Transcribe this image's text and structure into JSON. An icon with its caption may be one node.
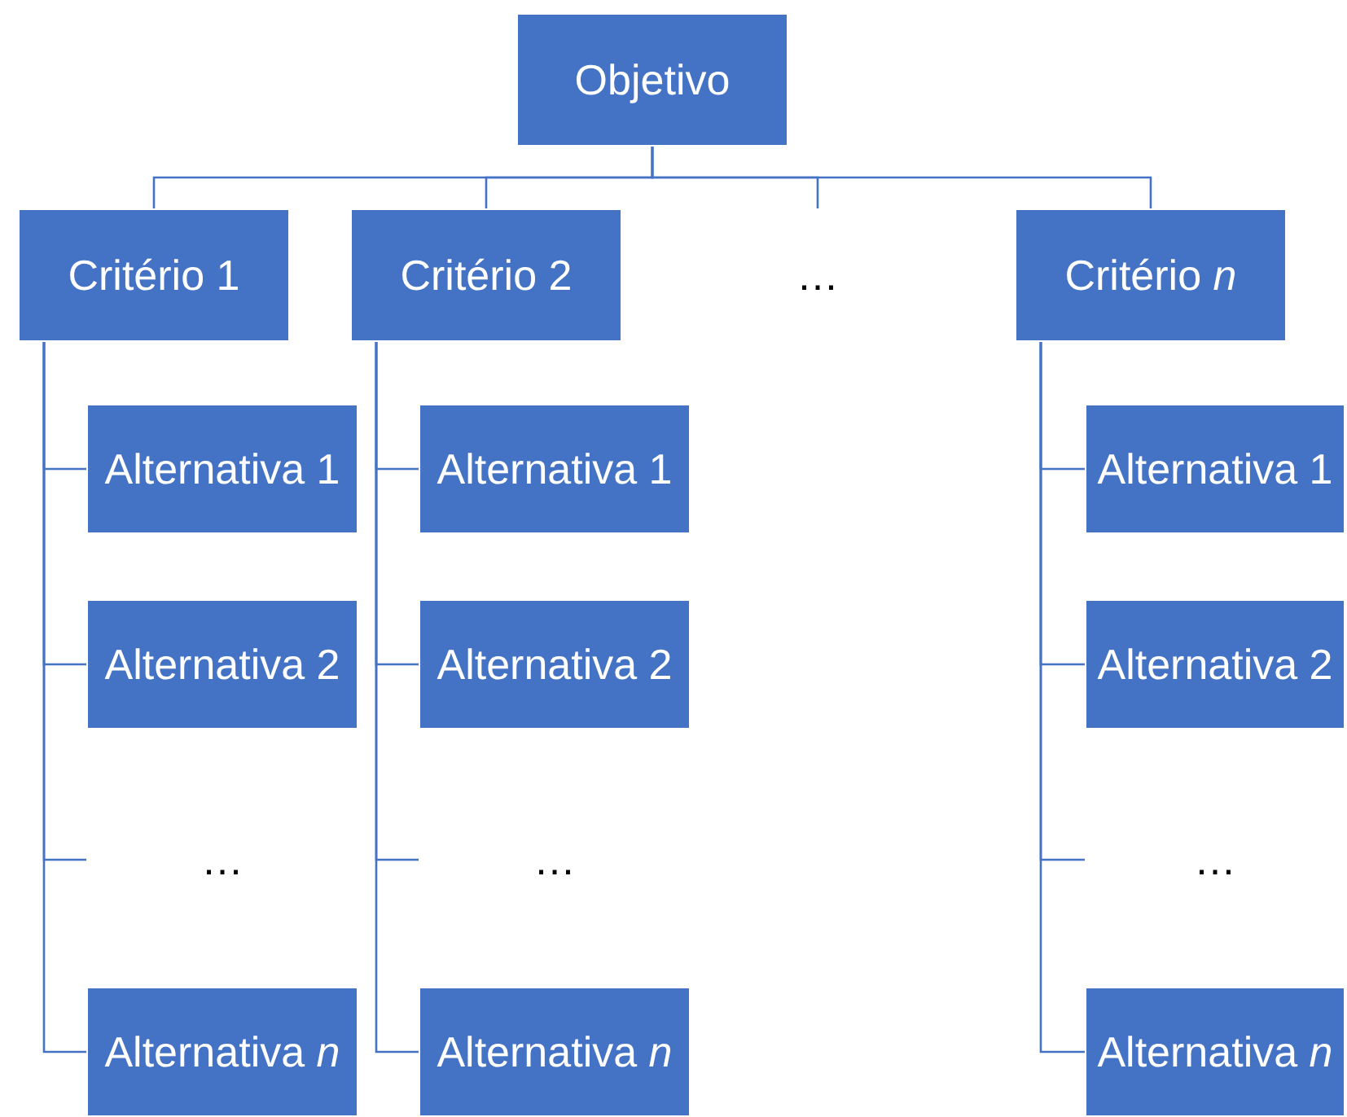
{
  "diagram": {
    "nodes": [
      {
        "text": [
          "Objetivo"
        ]
      },
      {
        "text": [
          "Critério 1"
        ]
      },
      {
        "text": [
          "Critério 2"
        ]
      },
      {
        "text": [
          "…"
        ]
      },
      {
        "text": [
          "Critério *n*"
        ]
      },
      {
        "text": [
          "Alternativa 1"
        ]
      },
      {
        "text": [
          "Alternativa 2"
        ]
      },
      {
        "text": [
          "…"
        ]
      },
      {
        "text": [
          "Alternativa *n*"
        ]
      },
      {
        "text": [
          "Alternativa 1"
        ]
      },
      {
        "text": [
          "Alternativa 2"
        ]
      },
      {
        "text": [
          "…"
        ]
      },
      {
        "text": [
          "Alternativa *n*"
        ]
      },
      {
        "text": [
          "Alternativa 1"
        ]
      },
      {
        "text": [
          "Alternativa 2"
        ]
      },
      {
        "text": [
          "…"
        ]
      },
      {
        "text": [
          "Alternativa *n*"
        ]
      }
    ],
    "edges": [
      {
        "from": 0,
        "to": 1,
        "arrow": "none"
      },
      {
        "from": 0,
        "to": 2,
        "arrow": "none"
      },
      {
        "from": 0,
        "to": 3,
        "arrow": "none"
      },
      {
        "from": 0,
        "to": 4,
        "arrow": "none"
      },
      {
        "from": 1,
        "to": 5,
        "arrow": "none"
      },
      {
        "from": 1,
        "to": 6,
        "arrow": "none"
      },
      {
        "from": 1,
        "to": 7,
        "arrow": "none"
      },
      {
        "from": 1,
        "to": 8,
        "arrow": "none"
      },
      {
        "from": 2,
        "to": 9,
        "arrow": "none"
      },
      {
        "from": 2,
        "to": 10,
        "arrow": "none"
      },
      {
        "from": 2,
        "to": 11,
        "arrow": "none"
      },
      {
        "from": 2,
        "to": 12,
        "arrow": "none"
      },
      {
        "from": 4,
        "to": 13,
        "arrow": "none"
      },
      {
        "from": 4,
        "to": 14,
        "arrow": "none"
      },
      {
        "from": 4,
        "to": 15,
        "arrow": "none"
      },
      {
        "from": 4,
        "to": 16,
        "arrow": "none"
      }
    ]
  }
}
